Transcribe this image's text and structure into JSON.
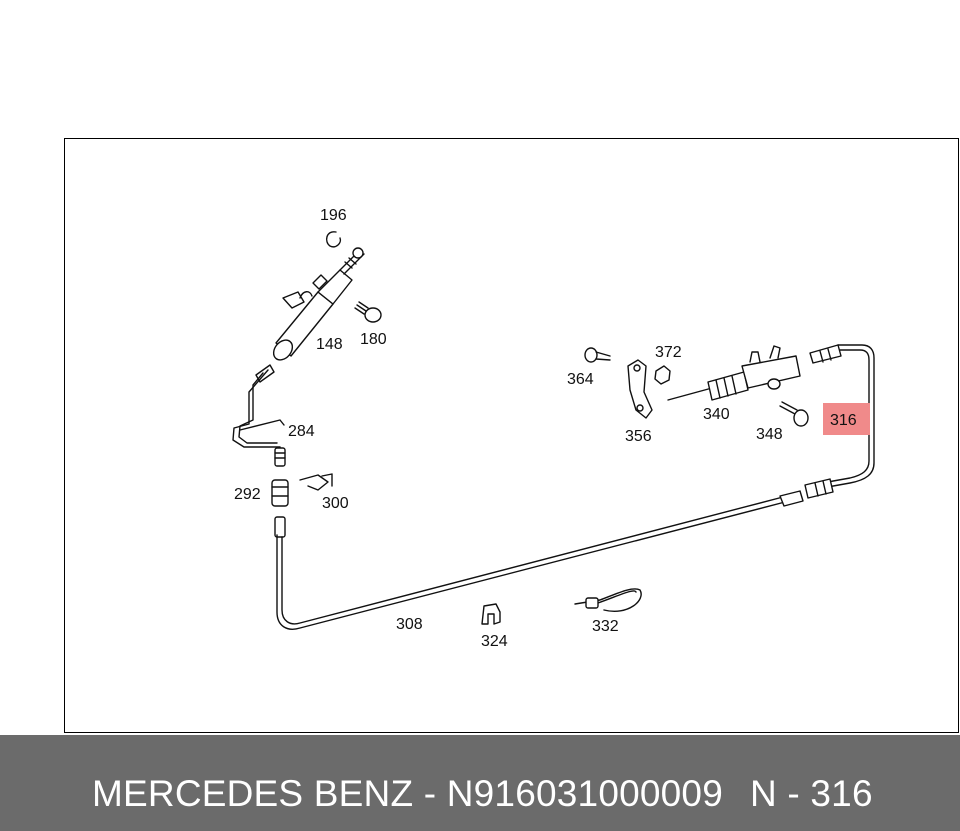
{
  "callouts": {
    "c196": "196",
    "c148": "148",
    "c180": "180",
    "c284": "284",
    "c292": "292",
    "c300": "300",
    "c308": "308",
    "c324": "324",
    "c332": "332",
    "c364": "364",
    "c372": "372",
    "c356": "356",
    "c340": "340",
    "c348": "348",
    "c316": "316"
  },
  "highlight_color": "#f08a8a",
  "footer": {
    "part_text": "MERCEDES BENZ - N916031000009",
    "ref_text": "N - 316"
  }
}
